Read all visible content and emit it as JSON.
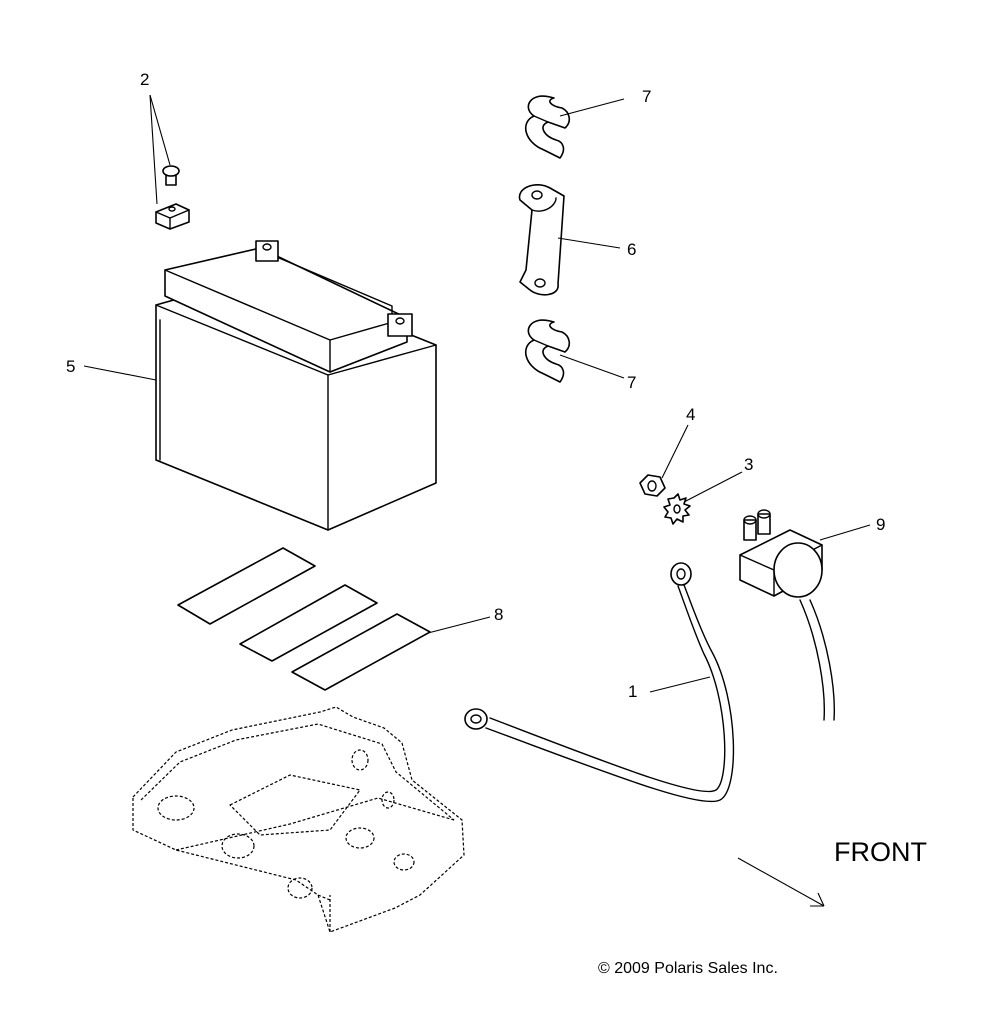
{
  "callouts": {
    "c1": "1",
    "c2": "2",
    "c3": "3",
    "c4": "4",
    "c5": "5",
    "c6": "6",
    "c7a": "7",
    "c7b": "7",
    "c8": "8",
    "c9": "9"
  },
  "front_label": "FRONT",
  "copyright": "© 2009 Polaris Sales Inc."
}
